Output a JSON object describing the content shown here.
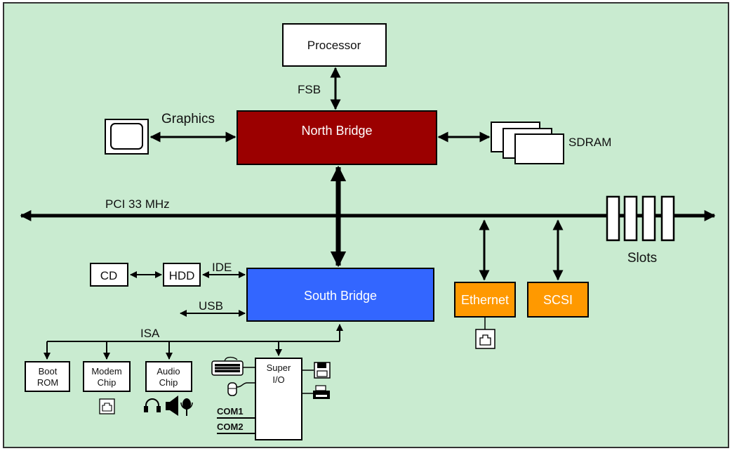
{
  "diagram": {
    "processor": "Processor",
    "fsb": "FSB",
    "graphics": "Graphics",
    "north_bridge": "North Bridge",
    "sdram": "SDRAM",
    "pci": "PCI 33 MHz",
    "slots": "Slots",
    "cd": "CD",
    "hdd": "HDD",
    "ide": "IDE",
    "usb": "USB",
    "south_bridge": "South Bridge",
    "ethernet": "Ethernet",
    "scsi": "SCSI",
    "isa": "ISA",
    "boot_rom": [
      "Boot",
      "ROM"
    ],
    "modem_chip": [
      "Modem",
      "Chip"
    ],
    "audio_chip": [
      "Audio",
      "Chip"
    ],
    "super_io": [
      "Super",
      "I/O"
    ],
    "com1": "COM1",
    "com2": "COM2"
  },
  "colors": {
    "background": "#c9ebd0",
    "north_bridge": "#9b0000",
    "south_bridge": "#3366ff",
    "ethernet": "#ff9900",
    "scsi": "#ff9900"
  },
  "icons": [
    "monitor-icon",
    "memory-module-icon",
    "network-jack-icon",
    "headphones-icon",
    "speaker-icon",
    "microphone-icon",
    "keyboard-icon",
    "mouse-icon",
    "floppy-disk-icon",
    "printer-icon"
  ]
}
